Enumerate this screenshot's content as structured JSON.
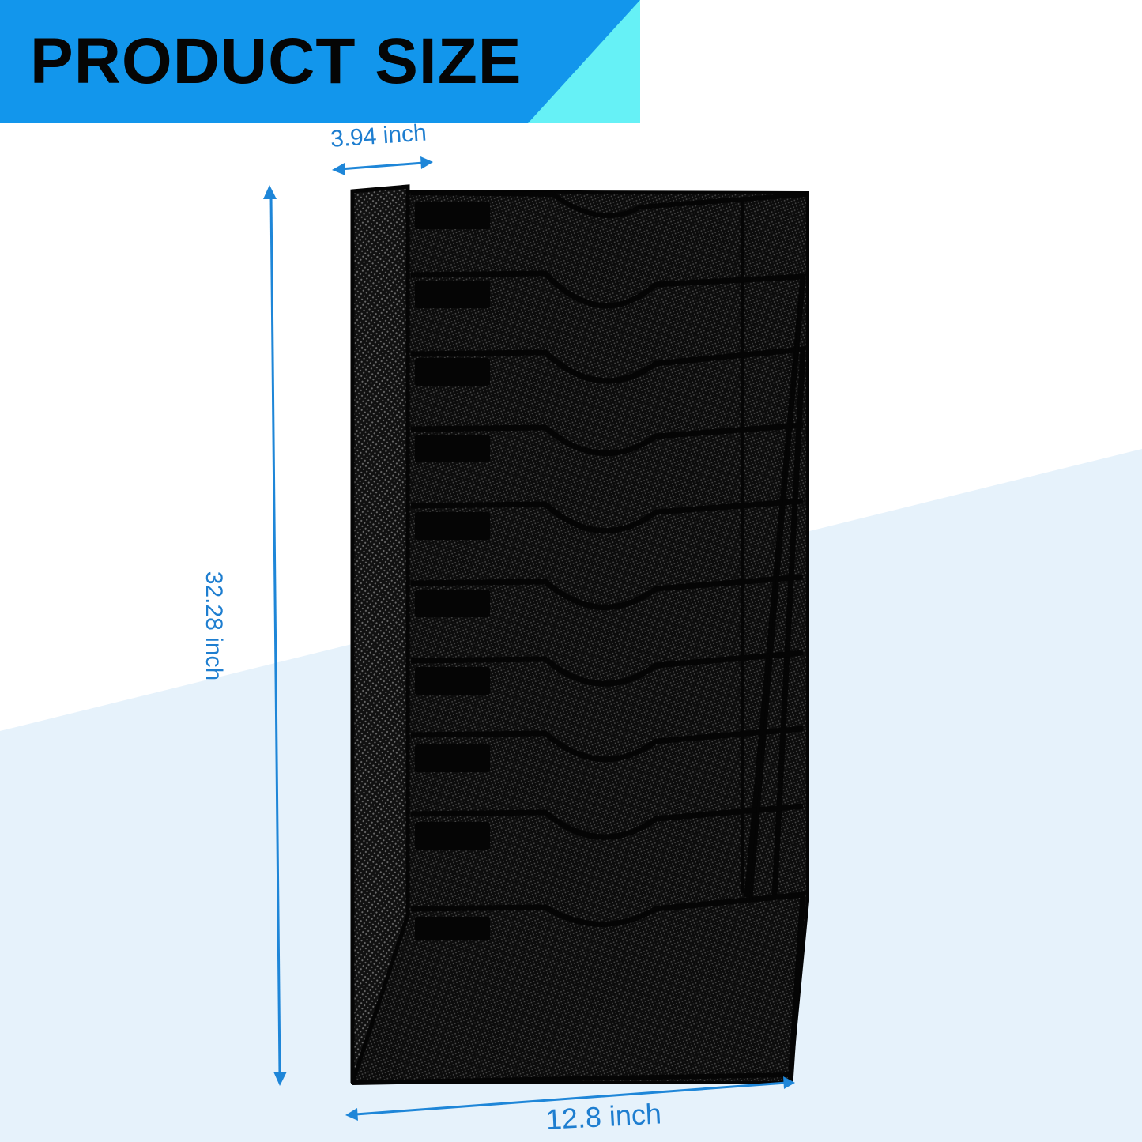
{
  "banner": {
    "title": "PRODUCT SIZE",
    "primary_color": "#1296ec",
    "accent_color": "#66f1f6",
    "text_color": "#050505"
  },
  "dimensions": {
    "depth": {
      "value": "3.94",
      "unit": "inch",
      "label": "3.94 inch"
    },
    "height": {
      "value": "32.28",
      "unit": "inch",
      "label": "32.28 inch"
    },
    "width": {
      "value": "12.8",
      "unit": "inch",
      "label": "12.8 inch"
    },
    "arrow_color": "#1e86d8"
  },
  "product": {
    "name": "wall-mounted mesh file organizer",
    "tier_count": 10,
    "color": "#0b0b0b"
  },
  "background": {
    "base": "#ffffff",
    "band": "#e6f2fb"
  }
}
